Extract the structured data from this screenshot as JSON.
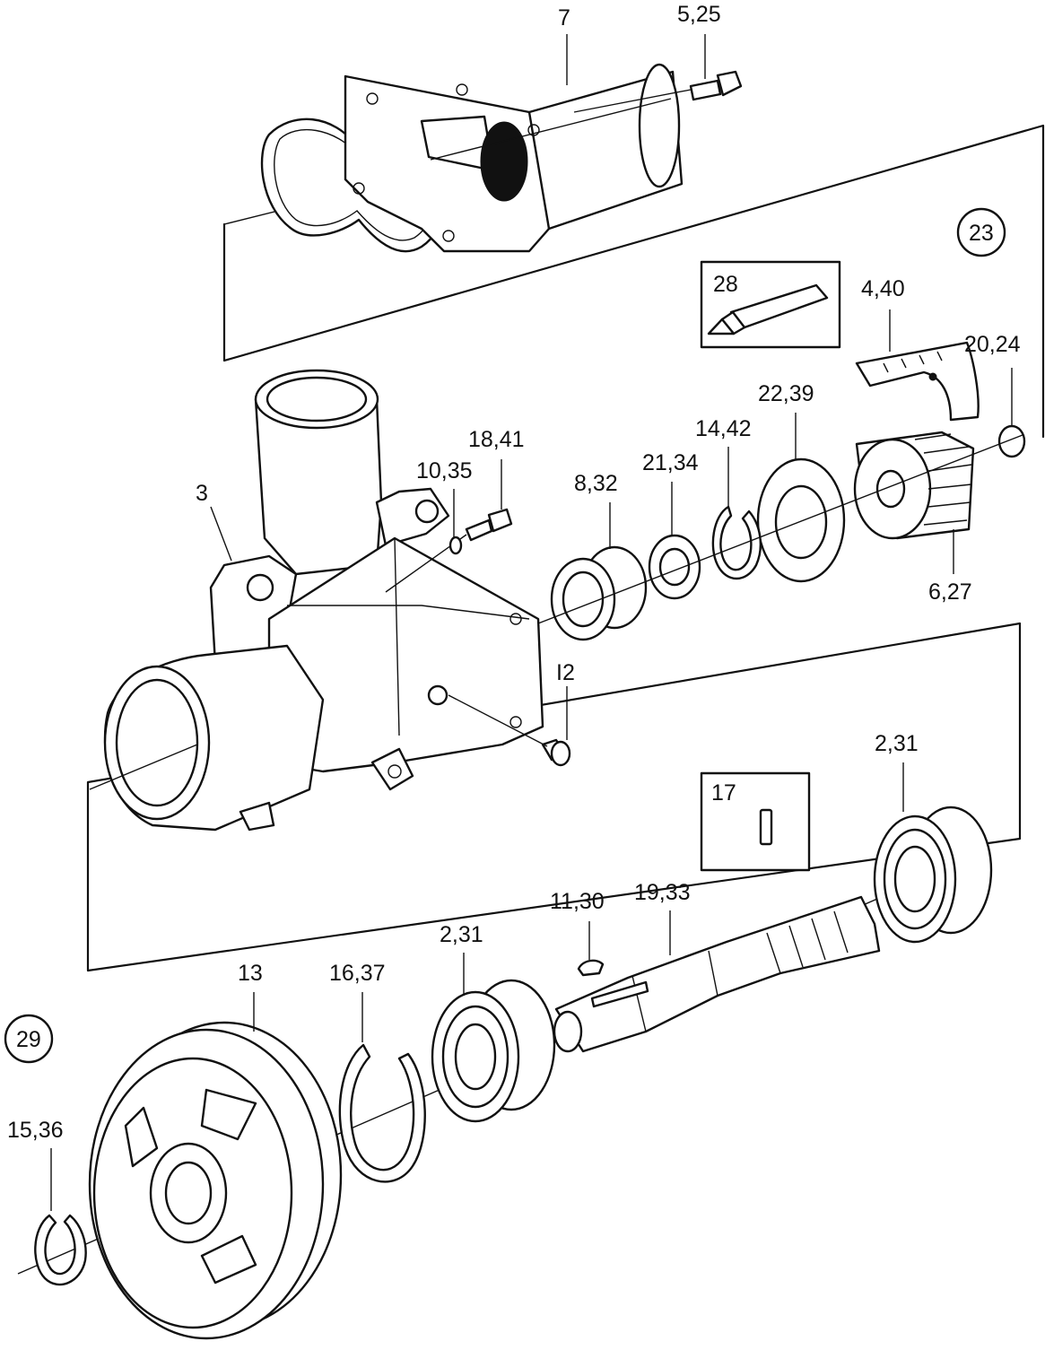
{
  "labels": {
    "l7": "7",
    "l5_25": "5,25",
    "l23": "23",
    "l28": "28",
    "l4_40": "4,40",
    "l20_24": "20,24",
    "l22_39": "22,39",
    "l14_42": "14,42",
    "l21_34": "21,34",
    "l8_32": "8,32",
    "l18_41": "18,41",
    "l10_35": "10,35",
    "l3": "3",
    "l6_27": "6,27",
    "l12": "I2",
    "l2_31a": "2,31",
    "l17": "17",
    "l11_30": "11,30",
    "l19_33": "19,33",
    "l2_31b": "2,31",
    "l16_37": "16,37",
    "l13": "13",
    "l29": "29",
    "l15_36": "15,36"
  }
}
